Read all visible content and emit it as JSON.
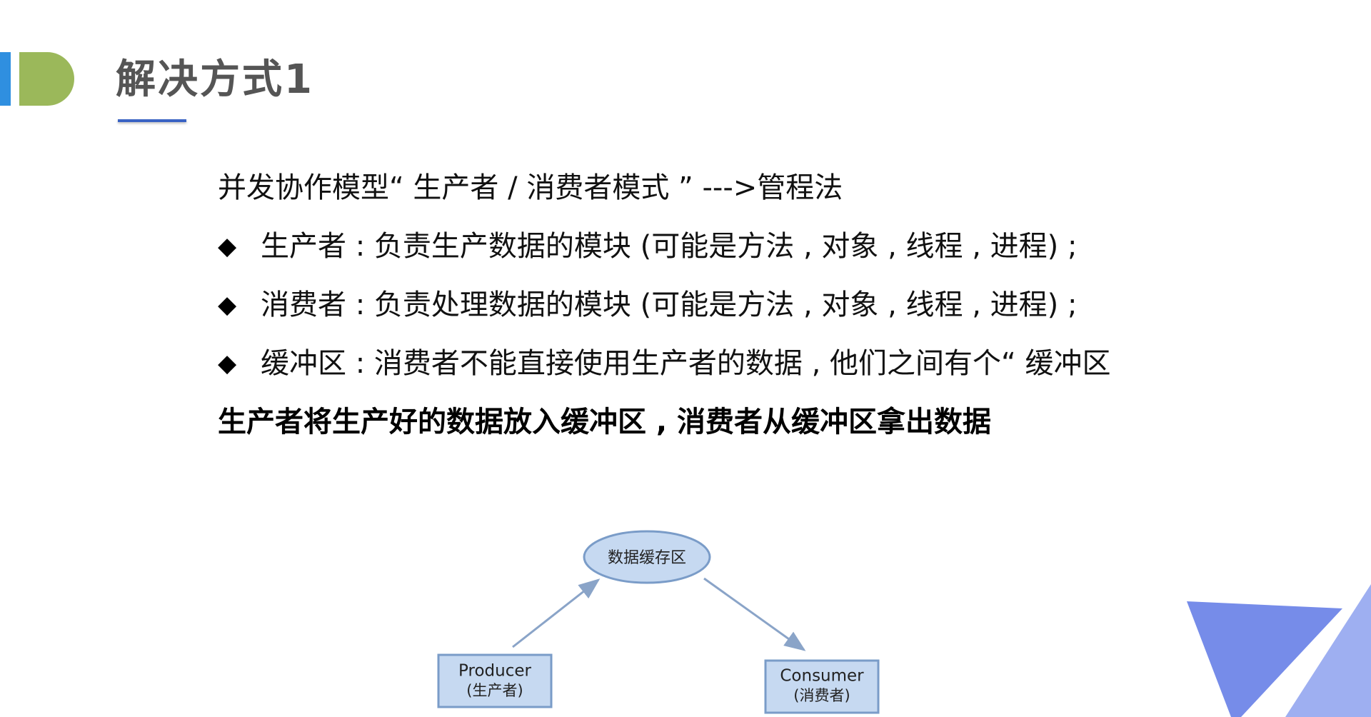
{
  "header": {
    "title": "解决方式1"
  },
  "body": {
    "intro": "并发协作模型“ 生产者 / 消费者模式 ” --->管程法",
    "bullets": [
      "生产者 : 负责生产数据的模块 (可能是方法 , 对象 , 线程 , 进程) ;",
      "消费者 : 负责处理数据的模块 (可能是方法 , 对象 , 线程 , 进程) ;",
      "缓冲区 : 消费者不能直接使用生产者的数据 , 他们之间有个“ 缓冲区"
    ],
    "bullet_marker": "◆",
    "conclusion": "生产者将生产好的数据放入缓冲区 , 消费者从缓冲区拿出数据"
  },
  "diagram": {
    "buffer": "数据缓存区",
    "producer": {
      "name": "Producer",
      "sub": "(生产者)"
    },
    "consumer": {
      "name": "Consumer",
      "sub": "(消费者)"
    }
  },
  "colors": {
    "accent_blue": "#2f8fe0",
    "accent_green": "#9bb85a",
    "title_gray": "#555555",
    "underline_blue": "#3a63c4",
    "node_fill": "#c6d9f1",
    "node_stroke": "#7a9cc8",
    "arrow": "#8aa4c8",
    "deco_blue": "#6f86e8"
  }
}
